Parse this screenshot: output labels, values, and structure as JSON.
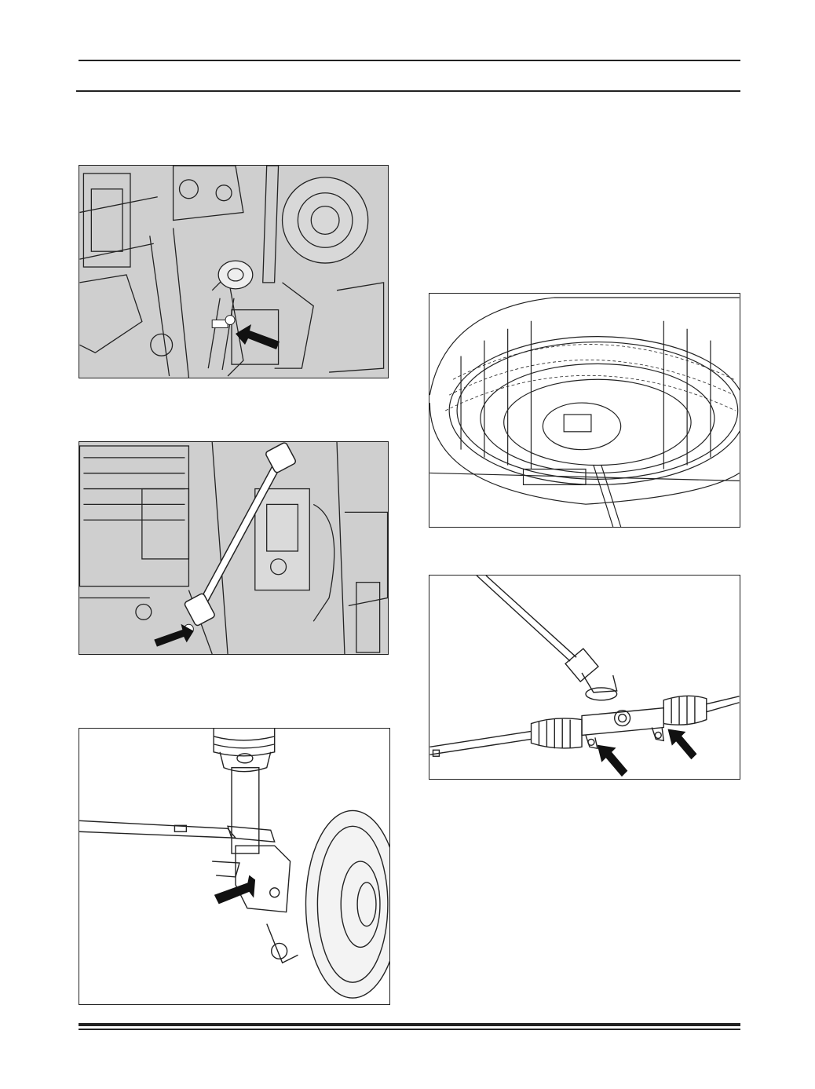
{
  "page": {
    "header_rules": 2,
    "footer_rule": "thick-double"
  },
  "figures": [
    {
      "id": "fig-1",
      "icon": "steering-column-lower-joint-bolt",
      "arrows": 1,
      "shading": "gray"
    },
    {
      "id": "fig-2",
      "icon": "intermediate-shaft-universal-joint",
      "arrows": 1,
      "shading": "gray"
    },
    {
      "id": "fig-3",
      "icon": "tie-rod-knuckle-strut",
      "arrows": 1,
      "shading": "white"
    },
    {
      "id": "fig-4",
      "icon": "spare-tire-well",
      "arrows": 0,
      "shading": "white"
    },
    {
      "id": "fig-5",
      "icon": "steering-rack-mounting-bolts",
      "arrows": 2,
      "shading": "white"
    }
  ],
  "colors": {
    "line": "#222222",
    "shading": "#cfcfcf",
    "arrow": "#111111"
  }
}
